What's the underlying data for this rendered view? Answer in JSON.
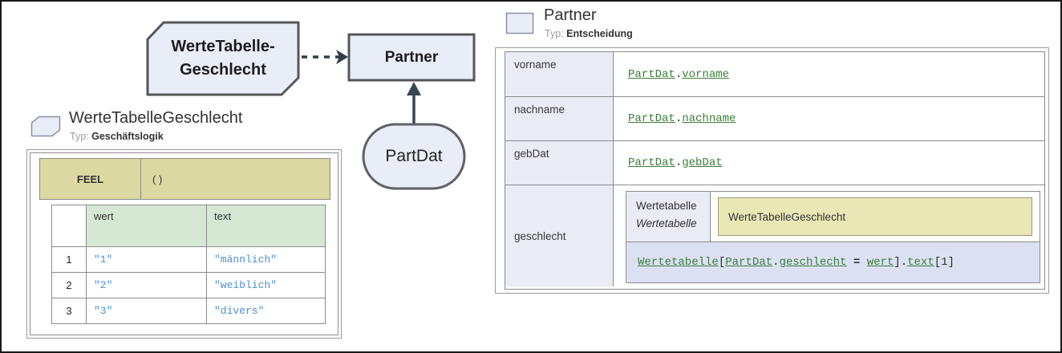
{
  "diagram": {
    "bkm": {
      "label": "WerteTabelle-\nGeschlecht"
    },
    "decision": {
      "label": "Partner"
    },
    "input_data": {
      "label": "PartDat"
    }
  },
  "left_panel": {
    "title": "WerteTabelleGeschlecht",
    "typ_label": "Typ:",
    "typ_value": "Geschäftslogik",
    "function": {
      "language": "FEEL",
      "parameters": "( )"
    },
    "decision_table": {
      "columns": [
        "wert",
        "text"
      ],
      "rows": [
        {
          "num": "1",
          "wert": "\"1\"",
          "text": "\"männlich\""
        },
        {
          "num": "2",
          "wert": "\"2\"",
          "text": "\"weiblich\""
        },
        {
          "num": "3",
          "wert": "\"3\"",
          "text": "\"divers\""
        }
      ]
    }
  },
  "right_panel": {
    "title": "Partner",
    "typ_label": "Typ:",
    "typ_value": "Entscheidung",
    "bindings": [
      {
        "label": "vorname",
        "parts": [
          "PartDat",
          ".",
          "vorname"
        ]
      },
      {
        "label": "nachname",
        "parts": [
          "PartDat",
          ".",
          "nachname"
        ]
      },
      {
        "label": "gebDat",
        "parts": [
          "PartDat",
          ".",
          "gebDat"
        ]
      }
    ],
    "geschlecht": {
      "label": "geschlecht",
      "var_name": "Wertetabelle",
      "var_type": "Wertetabelle",
      "invocation": "WerteTabelleGeschlecht",
      "expr_parts": [
        "Wertetabelle",
        "[",
        "PartDat",
        ".",
        "geschlecht",
        " = ",
        "wert",
        "]",
        ".",
        "text",
        "[1]"
      ]
    }
  },
  "colors": {
    "shape_fill": "#e9edf8",
    "shape_border": "#54575a",
    "feel_yellow": "#dbd8a1",
    "invoke_yellow": "#e9e7b6",
    "header_green": "#d5e8d4",
    "label_lavender": "#e9ebf5",
    "expr_blue": "#dbe1f2",
    "code_blue": "#4d8fd1",
    "code_green": "#3c7d3b"
  }
}
